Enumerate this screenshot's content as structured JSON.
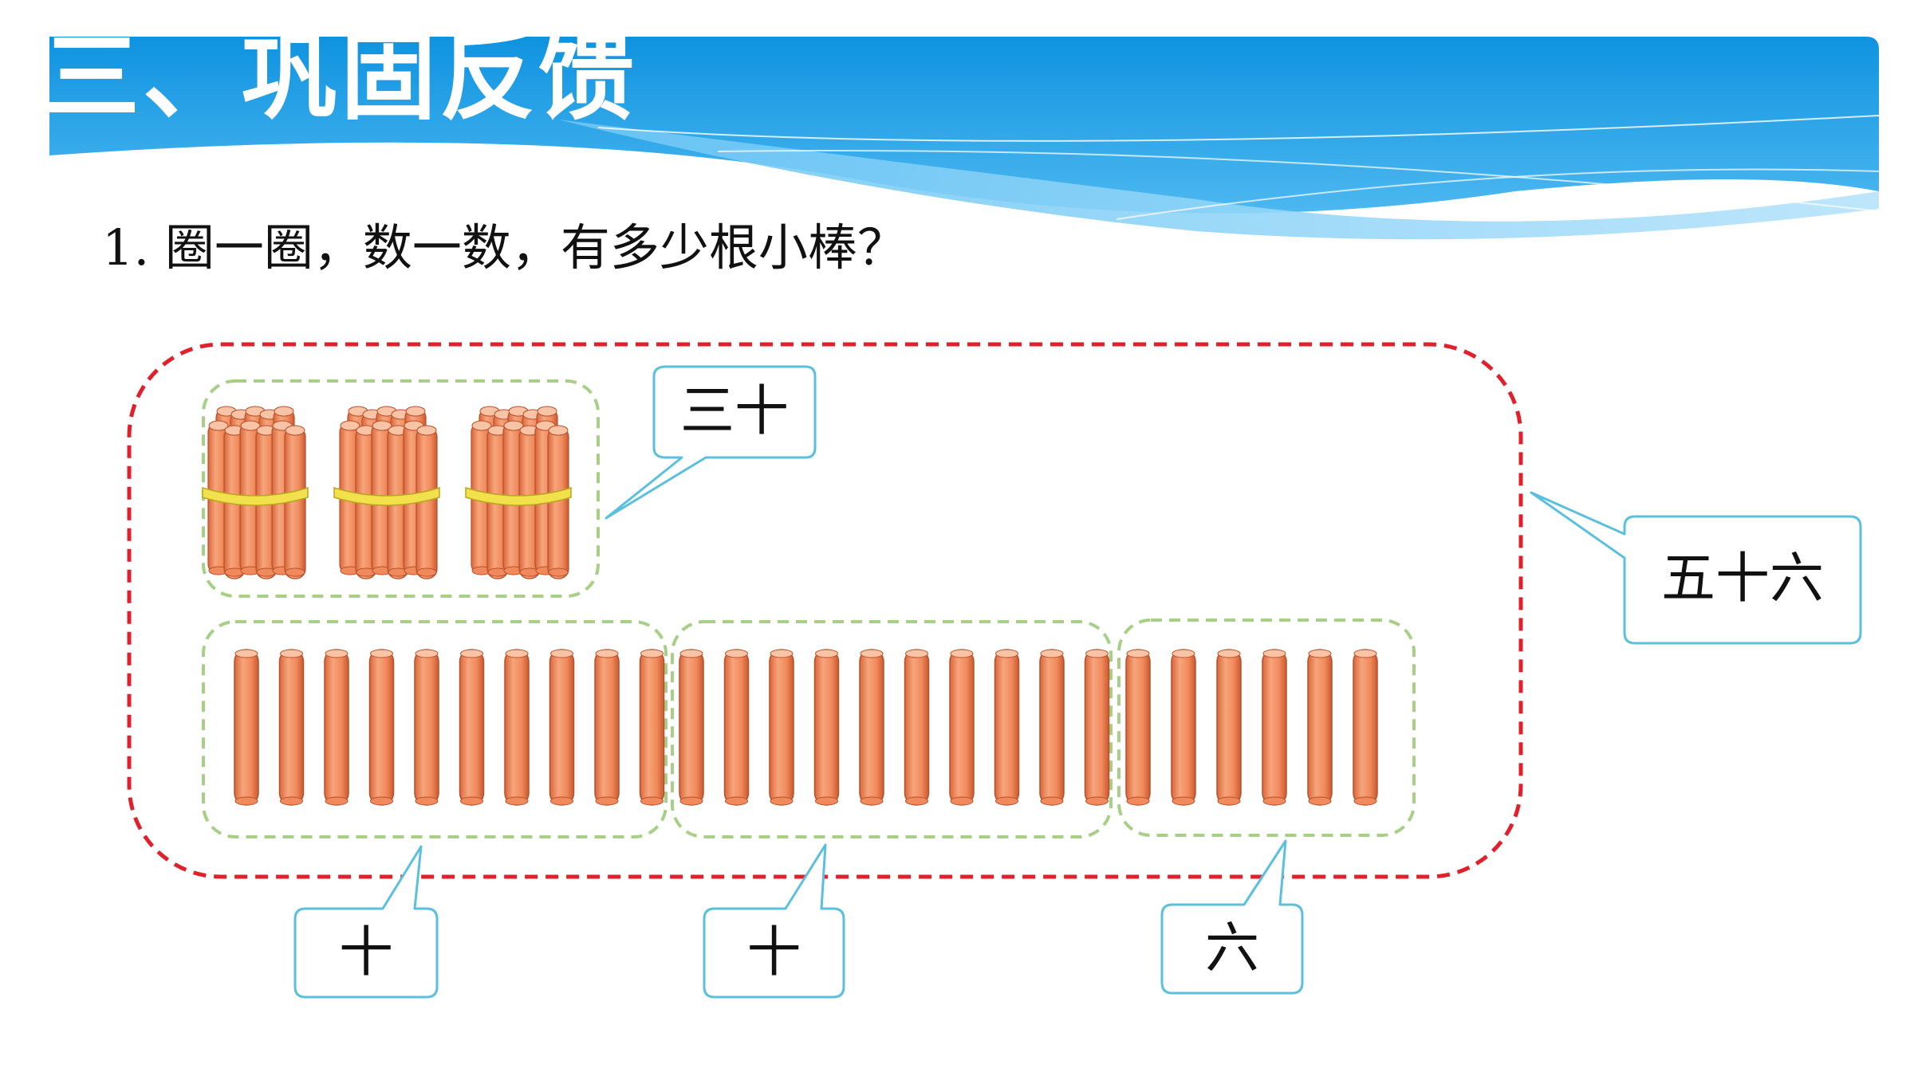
{
  "slide": {
    "title": "三、巩固反馈",
    "question": "1. 圈一圈，数一数，有多少根小棒？"
  },
  "counts": {
    "bundles": 3,
    "group_1_sticks": 10,
    "group_2_sticks": 10,
    "group_3_sticks": 6
  },
  "callouts": {
    "bundles_label": "三十",
    "total_label": "五十六",
    "group_1_label": "十",
    "group_2_label": "十",
    "group_3_label": "六"
  },
  "colors": {
    "banner_blue": "#1a9ce6",
    "outer_dash": "#e0202a",
    "inner_dash": "#a8cf86",
    "callout_border": "#5bc0de",
    "stick": "#f08a5d",
    "band": "#f2e14c"
  }
}
